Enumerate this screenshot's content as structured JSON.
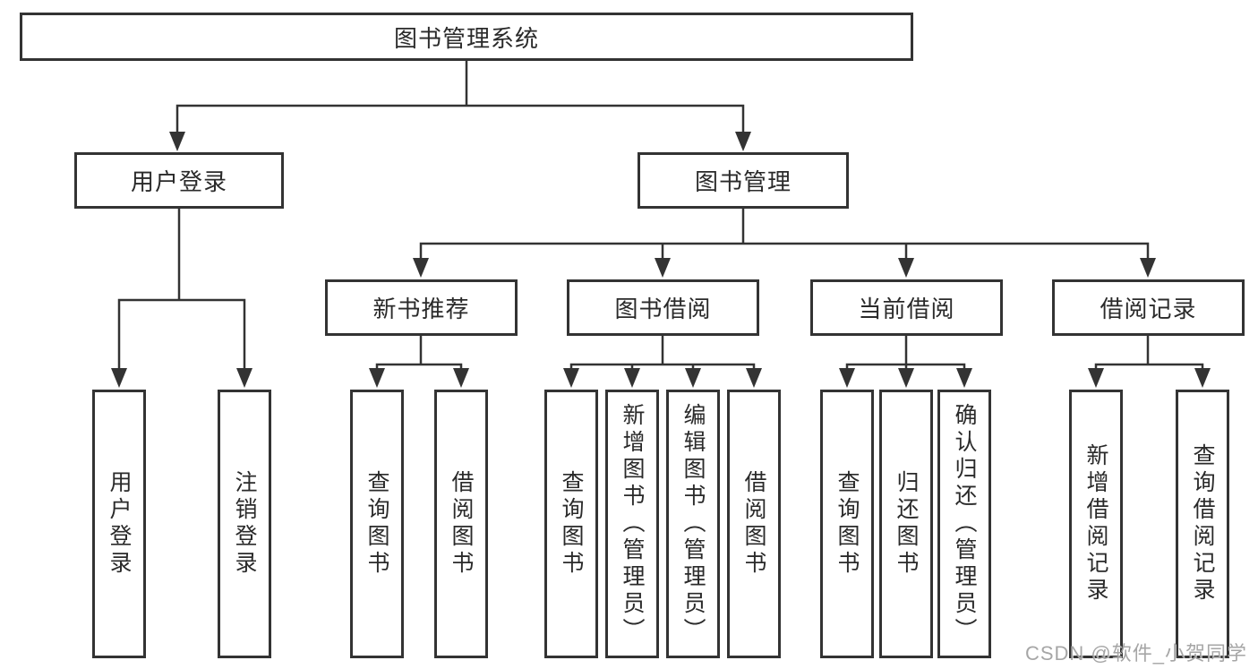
{
  "diagram": {
    "watermark": "CSDN @软件_小贺同学",
    "colors": {
      "line": "#333333",
      "text": "#2a2a2a",
      "background": "#ffffff",
      "watermark": "#9e9e9e"
    },
    "tree": {
      "root": {
        "label": "图书管理系统"
      },
      "branches": [
        {
          "label": "用户登录",
          "children": [
            {
              "label": "用户登录"
            },
            {
              "label": "注销登录"
            }
          ]
        },
        {
          "label": "图书管理",
          "children": [
            {
              "label": "新书推荐",
              "children": [
                {
                  "label": "查询图书"
                },
                {
                  "label": "借阅图书"
                }
              ]
            },
            {
              "label": "图书借阅",
              "children": [
                {
                  "label": "查询图书"
                },
                {
                  "label": "新增图书（管理员）"
                },
                {
                  "label": "编辑图书（管理员）"
                },
                {
                  "label": "借阅图书"
                }
              ]
            },
            {
              "label": "当前借阅",
              "children": [
                {
                  "label": "查询图书"
                },
                {
                  "label": "归还图书"
                },
                {
                  "label": "确认归还（管理员）"
                }
              ]
            },
            {
              "label": "借阅记录",
              "children": [
                {
                  "label": "新增借阅记录"
                },
                {
                  "label": "查询借阅记录"
                }
              ]
            }
          ]
        }
      ]
    }
  }
}
